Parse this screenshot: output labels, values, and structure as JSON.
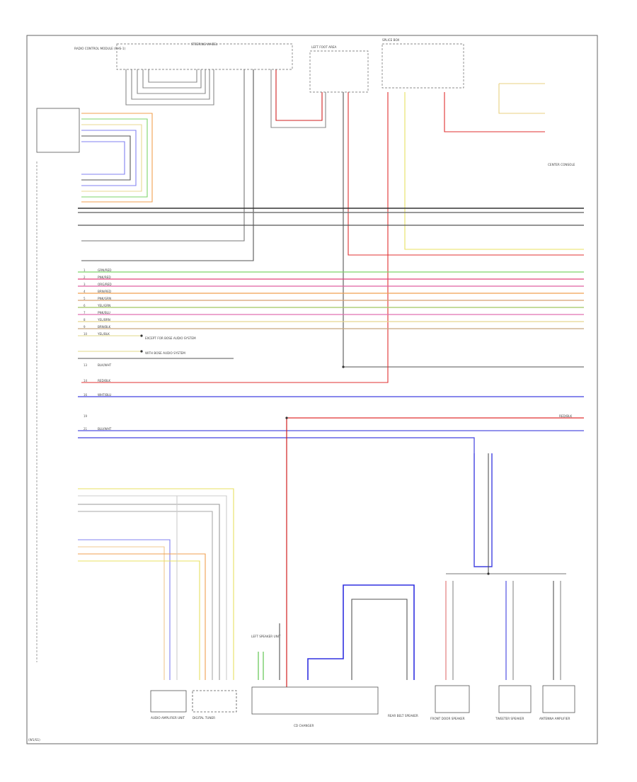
{
  "diagram": {
    "page_label": "(W1/S1)",
    "top_connectors": [
      {
        "text": "RADIO CONTROL MODULE (RHS-1)"
      },
      {
        "text": "STEERING WHEEL"
      },
      {
        "text": "LEFT FOOT AREA"
      },
      {
        "text": "SPLICE BOX"
      },
      {
        "text": "CENTER CONSOLE"
      }
    ],
    "components": [
      {
        "text": "AUDIO AMPLIFIER UNIT"
      },
      {
        "text": "DIGITAL TUNER"
      },
      {
        "text": "LEFT SPEAKER UNIT"
      },
      {
        "text": "CD CHANGER"
      },
      {
        "text": "REAR BELT SPEAKER"
      },
      {
        "text": "FRONT DOOR SPEAKER"
      },
      {
        "text": "TWEETER SPEAKER"
      },
      {
        "text": "ANTENNA AMPLIFIER"
      }
    ],
    "wire_rows": [
      {
        "pin": "1",
        "code": "GRN/RED",
        "color": "#7ed46a"
      },
      {
        "pin": "2",
        "code": "PNK/RED",
        "color": "#e0407a"
      },
      {
        "pin": "3",
        "code": "ORG/RED",
        "color": "#f0a050"
      },
      {
        "pin": "4",
        "code": "BRN/RED",
        "color": "#d8a070"
      },
      {
        "pin": "5",
        "code": "PNK/GRN",
        "color": "#e060a0"
      },
      {
        "pin": "6",
        "code": "YEL/GRN",
        "color": "#a0c860"
      },
      {
        "pin": "7",
        "code": "PNK/BLU",
        "color": "#e070b0"
      },
      {
        "pin": "8",
        "code": "YEL/BRN",
        "color": "#e8d890"
      },
      {
        "pin": "9",
        "code": "BRN/BLK",
        "color": "#c8a880"
      },
      {
        "pin": "10",
        "code": "YEL/BLK",
        "color": "#e8e0a0"
      },
      {
        "pin": "13",
        "code": "BLK/WHT",
        "color": "#555555"
      },
      {
        "pin": "14",
        "code": "RED/BLK",
        "color": "#e04040"
      },
      {
        "pin": "16",
        "code": "WHT/BLU",
        "color": "#4040e0"
      },
      {
        "pin": "19",
        "code": "RED/BLK",
        "color": "#e04040"
      },
      {
        "pin": "21",
        "code": "BLU/WHT",
        "color": "#4040e0"
      }
    ],
    "notes": [
      {
        "text": "EXCEPT FOR BOSE AUDIO SYSTEM"
      },
      {
        "text": "WITH BOSE AUDIO SYSTEM"
      }
    ]
  },
  "colors": {
    "red": "#e03030",
    "blue": "#3030e0",
    "green": "#50c040",
    "yellow": "#e8e060",
    "orange": "#f0a040",
    "pink": "#e040a0",
    "black": "#333333"
  }
}
